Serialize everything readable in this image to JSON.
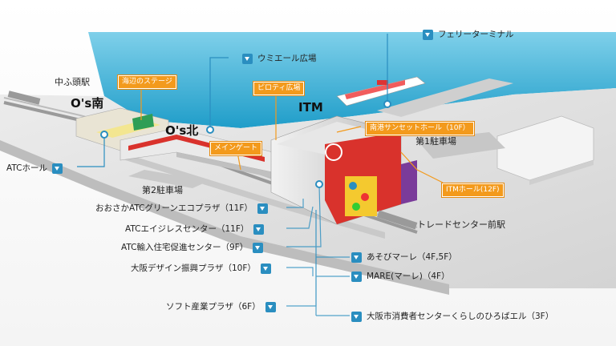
{
  "map": {
    "areas": {
      "nakafuto": "中ふ頭駅",
      "os_south": "O's南",
      "os_north": "O's北",
      "itm": "ITM",
      "parking1": "第1駐車場",
      "parking2": "第2駐車場",
      "trade_center_station": "トレードセンター前駅"
    },
    "tags": {
      "waterside_stage": "海辺のステージ",
      "piloti_plaza": "ピロティ広場",
      "main_gate": "メインゲート",
      "sunset_hall": "南港サンセットホール（10F）",
      "itm_hall": "ITMホール(12F)"
    },
    "links": {
      "ferry_terminal": "フェリーターミナル",
      "umieru_plaza": "ウミエール広場",
      "atc_hall": "ATCホール",
      "green_eco": "おおさかATCグリーンエコプラザ（11F）",
      "ageless": "ATCエイジレスセンター（11F）",
      "housing": "ATC輸入住宅促進センター（9F）",
      "design": "大阪デザイン振興プラザ（10F）",
      "software": "ソフト産業プラザ（6F）",
      "asobi_mare": "あそびマーレ（4F,5F）",
      "mare": "MARE(マーレ)（4F）",
      "consumer": "大阪市消費者センターくらしのひろばエル（3F）"
    },
    "colors": {
      "sea": "#2aa6cf",
      "accent_blue": "#2a8ec0",
      "tag_orange": "#f39a1c",
      "building_red": "#d9322c"
    }
  }
}
